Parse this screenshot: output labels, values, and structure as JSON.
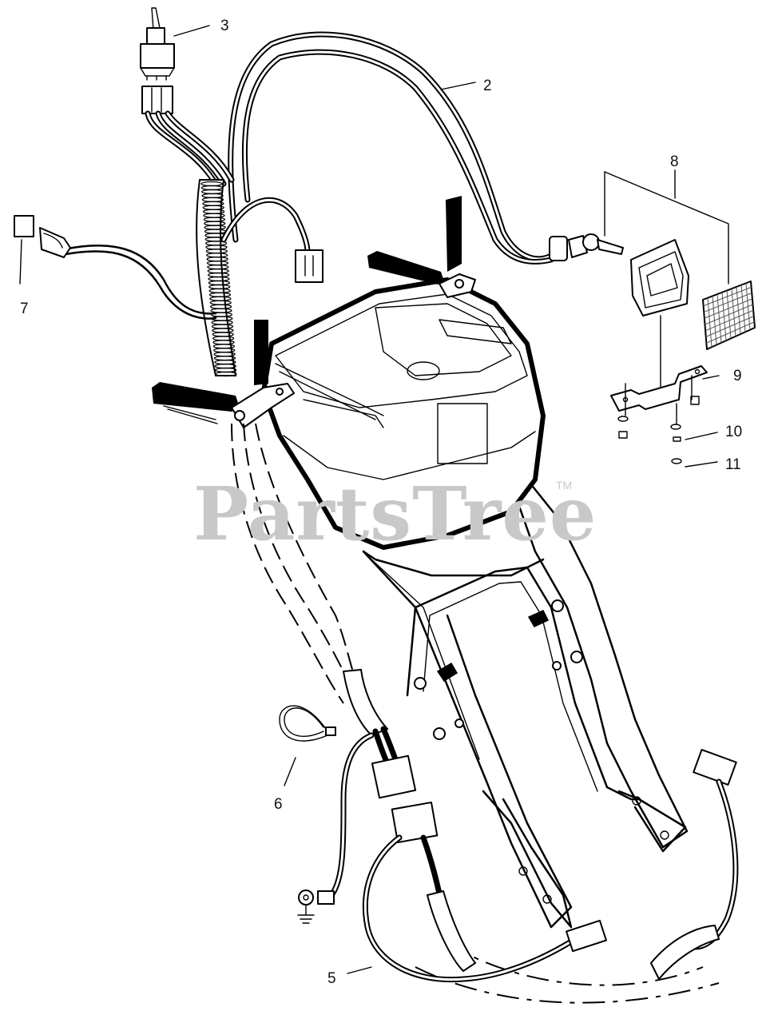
{
  "watermark": {
    "text": "PartsTree",
    "trademark": "TM"
  },
  "callouts": [
    {
      "id": "callout-2",
      "label": "2"
    },
    {
      "id": "callout-3",
      "label": "3"
    },
    {
      "id": "callout-5",
      "label": "5"
    },
    {
      "id": "callout-6",
      "label": "6"
    },
    {
      "id": "callout-7",
      "label": "7"
    },
    {
      "id": "callout-8",
      "label": "8"
    },
    {
      "id": "callout-9",
      "label": "9"
    },
    {
      "id": "callout-10",
      "label": "10"
    },
    {
      "id": "callout-11",
      "label": "11"
    }
  ],
  "colors": {
    "line": "#000000",
    "watermark": "#c8c8c8",
    "background": "#ffffff"
  }
}
